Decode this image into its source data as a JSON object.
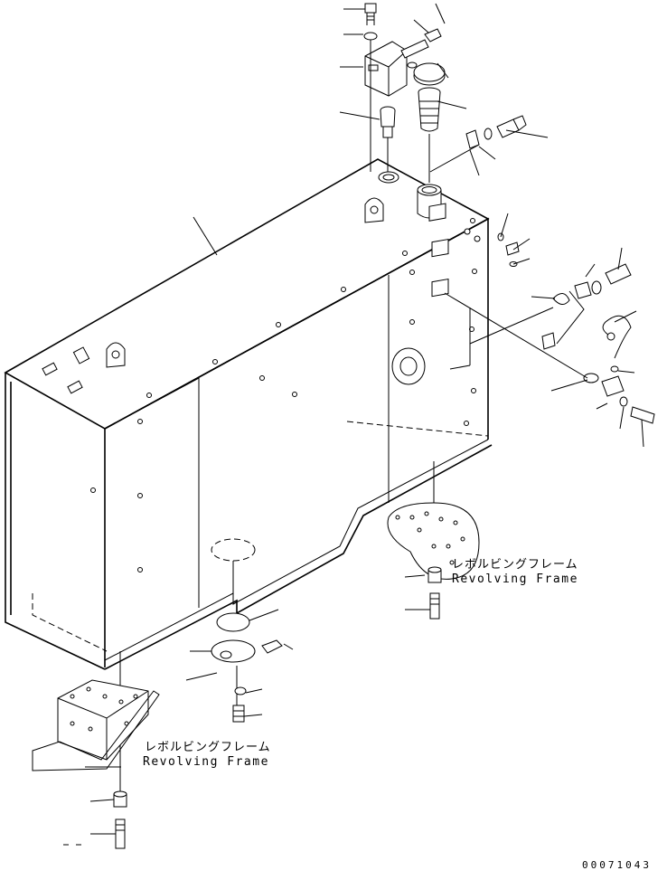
{
  "labels": {
    "frame_right_jp": "レボルビングフレーム",
    "frame_right_en": "Revolving Frame",
    "frame_left_jp": "レボルビングフレーム",
    "frame_left_en": "Revolving Frame"
  },
  "document_number": "00071043"
}
